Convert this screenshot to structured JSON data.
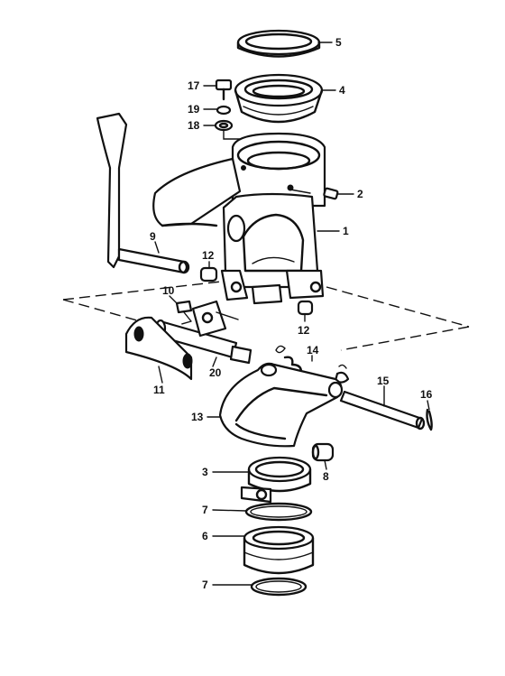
{
  "diagram": {
    "callouts": [
      "5",
      "4",
      "17",
      "19",
      "18",
      "2",
      "1",
      "9",
      "12",
      "10",
      "12",
      "14",
      "20",
      "11",
      "15",
      "16",
      "13",
      "3",
      "8",
      "7",
      "6",
      "7"
    ]
  }
}
